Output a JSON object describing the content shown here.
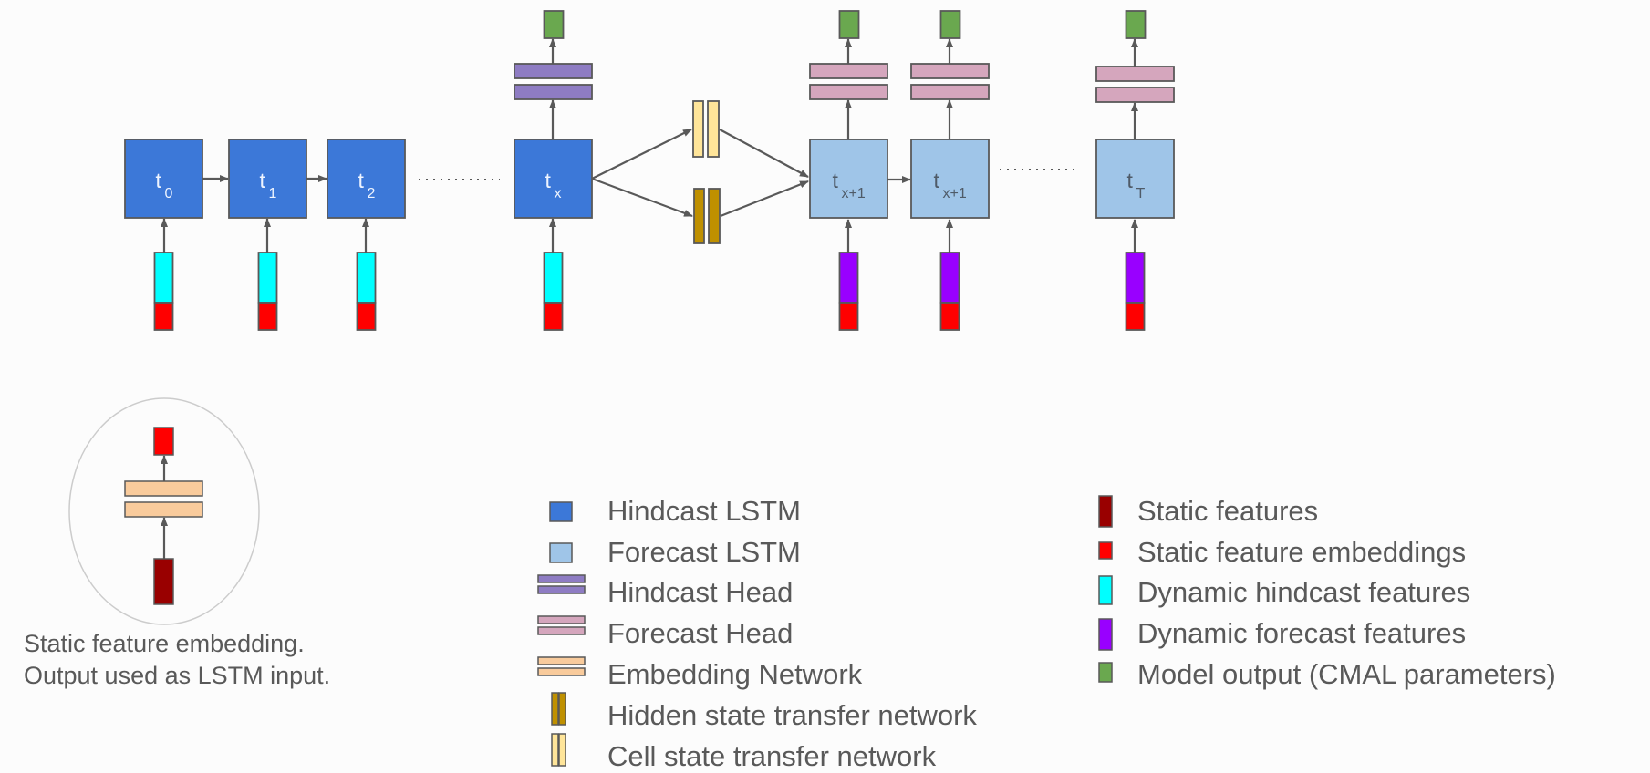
{
  "colors": {
    "stroke": "#595959",
    "hindcast_lstm": "#3c78d8",
    "forecast_lstm": "#9fc5e8",
    "hindcast_head": "#8e7cc3",
    "forecast_head": "#d5a6bd",
    "embedding_network": "#f9cb9c",
    "hidden_state_transfer": "#bf9000",
    "cell_state_transfer": "#ffe599",
    "static_features": "#990000",
    "static_feature_embeddings": "#ff0000",
    "dynamic_hindcast_features": "#00ffff",
    "dynamic_forecast_features": "#9900ff",
    "model_output": "#6aa84f",
    "hindcast_label": "#eef4ff",
    "forecast_label": "#4f5b68"
  },
  "diagram": {
    "hindcast_steps": [
      {
        "label": "t",
        "sub": "0"
      },
      {
        "label": "t",
        "sub": "1"
      },
      {
        "label": "t",
        "sub": "2"
      },
      {
        "label": "t",
        "sub": "x"
      }
    ],
    "forecast_steps": [
      {
        "label": "t",
        "sub": "x+1"
      },
      {
        "label": "t",
        "sub": "x+1"
      },
      {
        "label": "t",
        "sub": "T"
      }
    ]
  },
  "inset": {
    "caption_line1": "Static feature embedding.",
    "caption_line2": "Output used as LSTM input."
  },
  "legend": {
    "column1": [
      {
        "key": "hindcast_lstm",
        "label": "Hindcast LSTM"
      },
      {
        "key": "forecast_lstm",
        "label": "Forecast LSTM"
      },
      {
        "key": "hindcast_head",
        "label": "Hindcast Head"
      },
      {
        "key": "forecast_head",
        "label": "Forecast Head"
      },
      {
        "key": "embedding_network",
        "label": "Embedding Network"
      },
      {
        "key": "hidden_state_transfer",
        "label": "Hidden state transfer network"
      },
      {
        "key": "cell_state_transfer",
        "label": "Cell state transfer network"
      }
    ],
    "column2": [
      {
        "key": "static_features",
        "label": "Static features"
      },
      {
        "key": "static_feature_embeddings",
        "label": "Static feature embeddings"
      },
      {
        "key": "dynamic_hindcast_features",
        "label": "Dynamic hindcast features"
      },
      {
        "key": "dynamic_forecast_features",
        "label": "Dynamic forecast features"
      },
      {
        "key": "model_output",
        "label": "Model output (CMAL parameters)"
      }
    ]
  }
}
